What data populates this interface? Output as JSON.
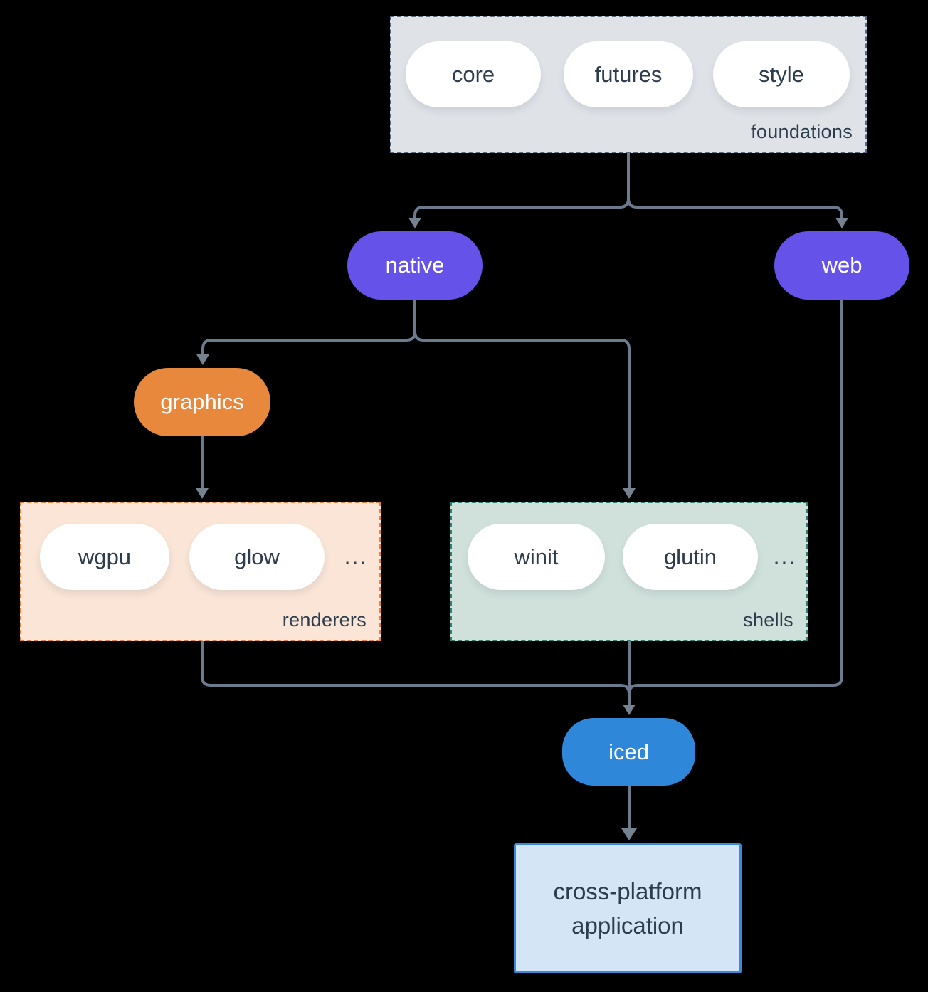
{
  "groups": {
    "foundations": {
      "label": "foundations",
      "items": [
        "core",
        "futures",
        "style"
      ]
    },
    "renderers": {
      "label": "renderers",
      "items": [
        "wgpu",
        "glow"
      ],
      "more": "..."
    },
    "shells": {
      "label": "shells",
      "items": [
        "winit",
        "glutin"
      ],
      "more": "..."
    }
  },
  "nodes": {
    "native": {
      "label": "native"
    },
    "web": {
      "label": "web"
    },
    "graphics": {
      "label": "graphics"
    },
    "iced": {
      "label": "iced"
    },
    "application": {
      "label": "cross-platform application"
    }
  },
  "edges": [
    {
      "from": "foundations",
      "to": "native"
    },
    {
      "from": "foundations",
      "to": "web"
    },
    {
      "from": "native",
      "to": "graphics"
    },
    {
      "from": "native",
      "to": "shells"
    },
    {
      "from": "graphics",
      "to": "renderers"
    },
    {
      "from": "renderers",
      "to": "iced"
    },
    {
      "from": "shells",
      "to": "iced"
    },
    {
      "from": "web",
      "to": "iced"
    },
    {
      "from": "iced",
      "to": "application"
    }
  ],
  "colors": {
    "background": "#000000",
    "node_purple": "#6553e9",
    "node_orange": "#e8883d",
    "node_blue": "#2f87da",
    "foundations_fill": "#dfe3e8",
    "foundations_border": "#5a6b80",
    "renderers_fill": "#fae5d6",
    "renderers_border": "#e8833a",
    "shells_fill": "#d0e1db",
    "shells_border": "#2a7f70",
    "application_fill": "#d4e6f6",
    "application_border": "#3a8ad9",
    "edge": "#6b7a8d",
    "text_dark": "#2e3d4e",
    "text_light": "#ffffff"
  }
}
